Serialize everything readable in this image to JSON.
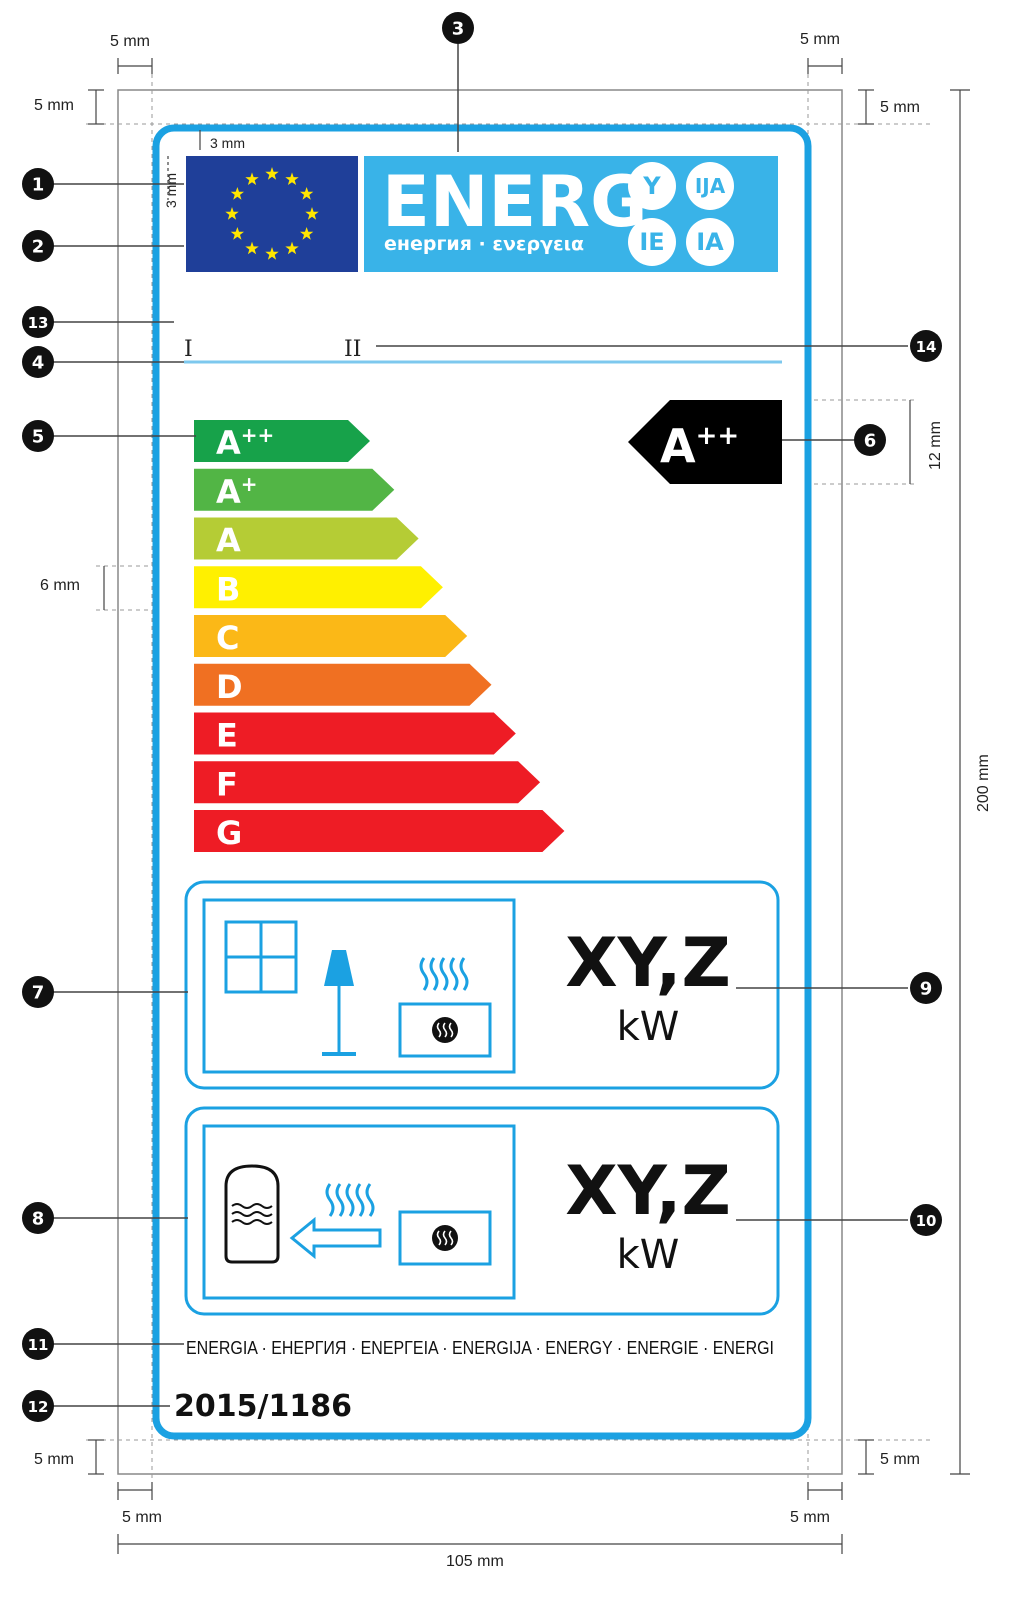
{
  "header": {
    "energ_title": "ENERG",
    "energ_subtitle": "енергия · ενεργεια",
    "languages": [
      "Y",
      "IJA",
      "IE",
      "IA"
    ]
  },
  "fields": {
    "supplier_mark": "I",
    "model_mark": "II"
  },
  "energy_classes": [
    {
      "base": "A",
      "sup": "++",
      "color": "#17a24a"
    },
    {
      "base": "A",
      "sup": "+",
      "color": "#52b545"
    },
    {
      "base": "A",
      "sup": "",
      "color": "#b5cc35"
    },
    {
      "base": "B",
      "sup": "",
      "color": "#fff000"
    },
    {
      "base": "C",
      "sup": "",
      "color": "#fbb817"
    },
    {
      "base": "D",
      "sup": "",
      "color": "#f07022"
    },
    {
      "base": "E",
      "sup": "",
      "color": "#ee1c25"
    },
    {
      "base": "F",
      "sup": "",
      "color": "#ee1c25"
    },
    {
      "base": "G",
      "sup": "",
      "color": "#ee1c25"
    }
  ],
  "selected_class": {
    "base": "A",
    "sup": "++"
  },
  "panels": {
    "direct_heat": {
      "value": "XY,Z",
      "unit": "kW"
    },
    "indirect_heat": {
      "value": "XY,Z",
      "unit": "kW"
    }
  },
  "footer": {
    "energy_words": "ENERGIA · ЕНЕРГИЯ · ΕΝΕΡΓΕΙΑ · ENERGIJA · ENERGY · ENERGIE · ENERGI",
    "regulation": "2015/1186"
  },
  "callouts": [
    "1",
    "2",
    "3",
    "4",
    "5",
    "6",
    "7",
    "8",
    "9",
    "10",
    "11",
    "12",
    "13",
    "14"
  ],
  "dimensions": {
    "margin": "5 mm",
    "flag_offset": "3 mm",
    "class_bar": "6 mm",
    "arrow": "12 mm",
    "height": "200 mm",
    "width": "105 mm"
  },
  "colors": {
    "border_blue": "#1ba1e2",
    "header_blue": "#39b3e8",
    "eu_blue": "#1f3f99",
    "eu_star": "#ffe600",
    "arrow_black": "#000000"
  }
}
